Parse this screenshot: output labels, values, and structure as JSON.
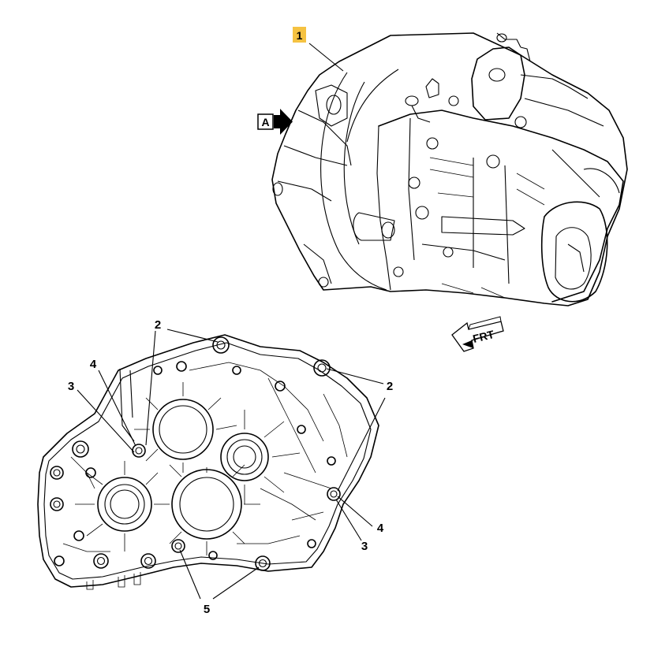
{
  "part_tag": {
    "label": "1",
    "color": "#f5c242"
  },
  "view_arrow": {
    "label": "A"
  },
  "front_arrow": {
    "label": "FRT"
  },
  "callouts": {
    "bolt_top_center": "2",
    "bolt_top_right": "2",
    "dowel_left_outer": "4",
    "stud_left": "3",
    "dowel_right": "4",
    "stud_right": "3",
    "bolt_bottom": "5"
  }
}
